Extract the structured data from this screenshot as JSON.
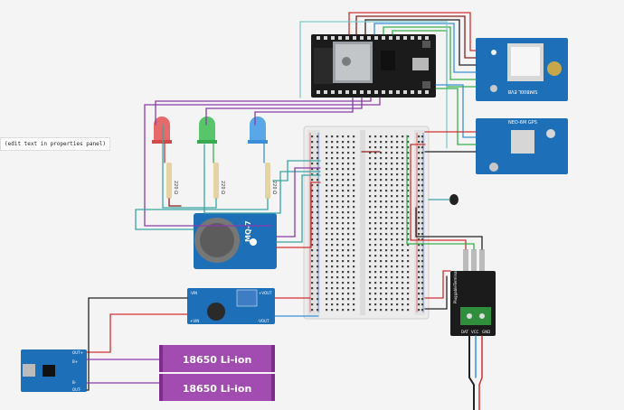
{
  "canvas": {
    "background": "#f4f4f4"
  },
  "note": {
    "text": "(edit text in properties panel)"
  },
  "parts": {
    "esp32": {
      "name": "ESP32 board"
    },
    "gsm": {
      "label": "SIM800L EVB"
    },
    "gps": {
      "label": "NEO-6M GPS"
    },
    "mq7": {
      "label": "MQ-7"
    },
    "step_up": {
      "label_vin_minus": "-VIN",
      "label_vin_plus": "+VIN",
      "label_vout_plus": "+VOUT",
      "label_vout_minus": "-VOUT"
    },
    "charger": {
      "label_out_plus": "OUT+",
      "label_out_minus": "OUT-",
      "label_b_plus": "B+",
      "label_b_minus": "B-"
    },
    "battery_1": {
      "label": "18650 Li-ion"
    },
    "battery_2": {
      "label": "18650 Li-ion"
    },
    "temp_sensor": {
      "label": "PluggableTerminal",
      "pin_dat": "DAT",
      "pin_vcc": "VCC",
      "pin_gnd": "GND"
    },
    "resistors": [
      {
        "label": "220 Ω"
      },
      {
        "label": "220 Ω"
      },
      {
        "label": "220 Ω"
      }
    ]
  },
  "colors": {
    "red": "#d03030",
    "black": "#222222",
    "green": "#36b04a",
    "blue": "#3a8fd8",
    "purple": "#8a3ba8",
    "teal": "#3aa5a5",
    "dark_red": "#8a1c1c",
    "board_blue": "#1d6fb8",
    "breadboard": "#e9e9e9",
    "battery": "#a24bb0"
  }
}
